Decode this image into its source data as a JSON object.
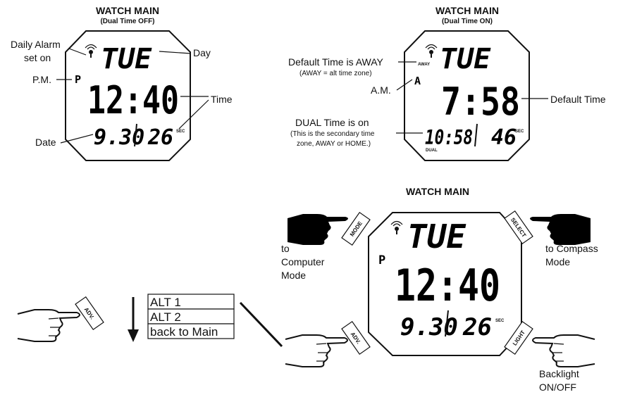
{
  "top_left": {
    "title": "WATCH MAIN",
    "subtitle": "(Dual Time OFF)",
    "display": {
      "day": "TUE",
      "indicator": "P",
      "time": "12:40",
      "date": "9.30",
      "seconds": "26",
      "sec_label": "SEC"
    },
    "labels": {
      "alarm_line1": "Daily Alarm",
      "alarm_line2": "set on",
      "pm": "P.M.",
      "day": "Day",
      "time": "Time",
      "date": "Date"
    }
  },
  "top_right": {
    "title": "WATCH MAIN",
    "subtitle": "(Dual Time ON)",
    "display": {
      "away": "AWAY",
      "day": "TUE",
      "indicator": "A",
      "time": "7:58",
      "dual_time": "10:58",
      "seconds": "46",
      "sec_label": "SEC",
      "dual_label": "DUAL"
    },
    "labels": {
      "away_line1": "Default Time is AWAY",
      "away_line2": "(AWAY = alt time zone)",
      "am": "A.M.",
      "default_time": "Default Time",
      "dual_line1": "DUAL Time is on",
      "dual_line2": "(This is the secondary time",
      "dual_line3": "zone, AWAY or HOME.)"
    }
  },
  "bottom": {
    "title": "WATCH MAIN",
    "display": {
      "day": "TUE",
      "indicator": "P",
      "time": "12:40",
      "date": "9.30",
      "seconds": "26",
      "sec_label": "SEC"
    },
    "buttons": {
      "mode": "MODE",
      "select": "SELECT",
      "adv": "ADV.",
      "light": "LIGHT"
    },
    "labels": {
      "computer_line1": "to",
      "computer_line2": "Computer",
      "computer_line3": "Mode",
      "compass_line1": "to Compass",
      "compass_line2": "Mode",
      "backlight_line1": "Backlight",
      "backlight_line2": "ON/OFF"
    },
    "side_button": "ADV.",
    "menu": [
      "ALT 1",
      "ALT 2",
      "back to Main"
    ]
  },
  "icons": [
    "alarm-icon",
    "pointing-hand-icon",
    "down-arrow-icon"
  ]
}
